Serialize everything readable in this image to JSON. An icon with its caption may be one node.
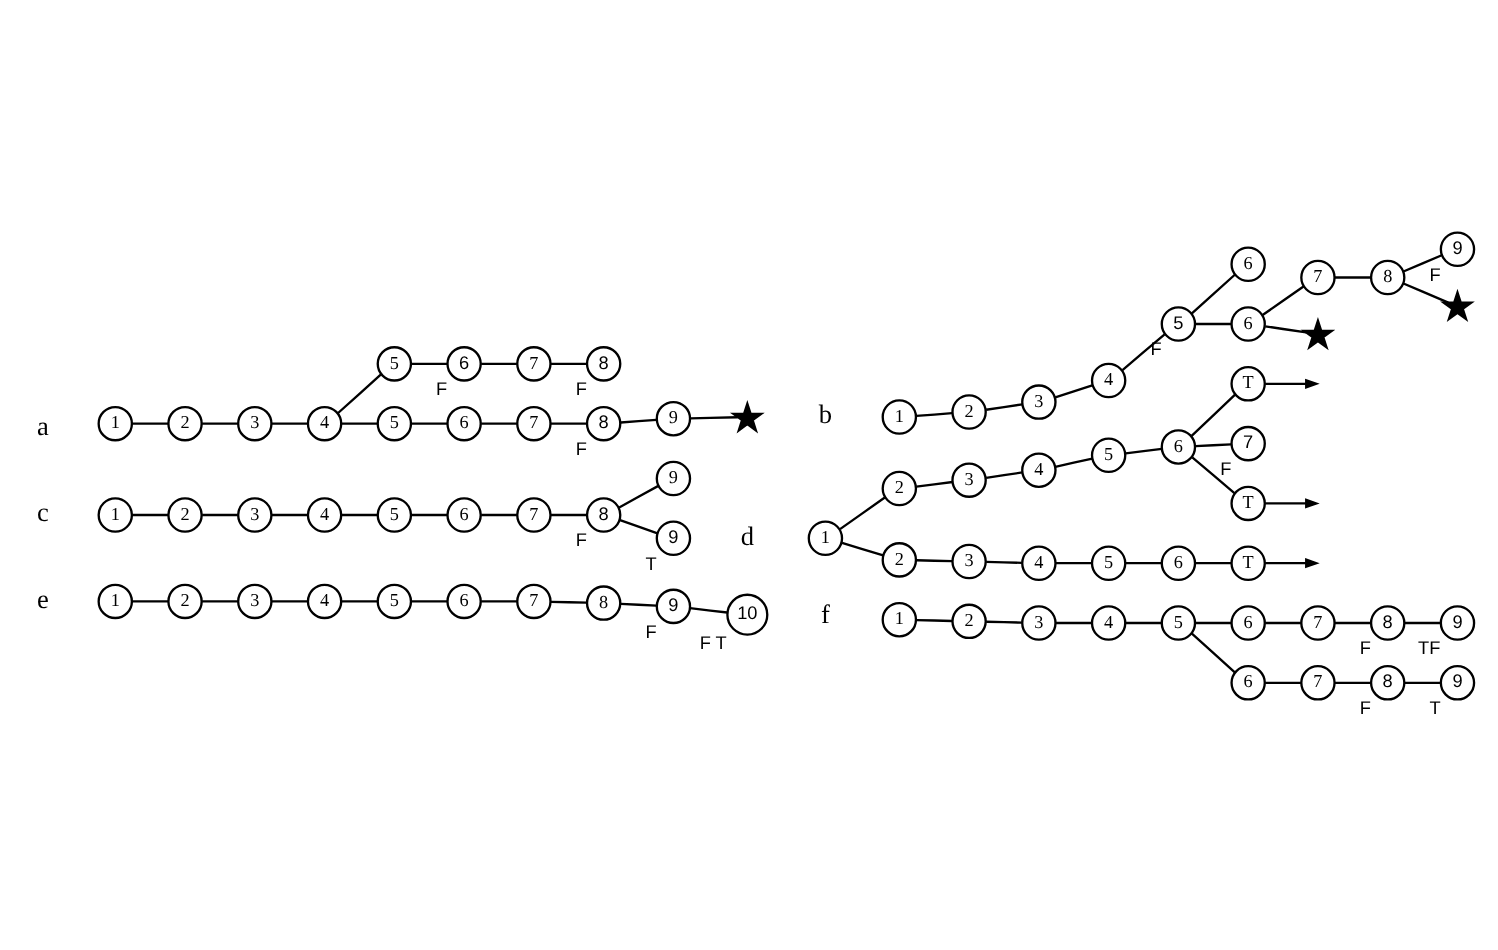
{
  "diagram": {
    "nodes": [
      {
        "text": [
          "1"
        ]
      },
      {
        "text": [
          "2"
        ]
      },
      {
        "text": [
          "3"
        ]
      },
      {
        "text": [
          "4"
        ]
      },
      {
        "text": [
          "5"
        ]
      },
      {
        "text": [
          "6"
        ],
        "beside": [
          "F"
        ]
      },
      {
        "text": [
          "7"
        ]
      },
      {
        "text": [
          "8"
        ],
        "beside": [
          "F"
        ]
      },
      {
        "text": [
          "5"
        ]
      },
      {
        "text": [
          "6"
        ]
      },
      {
        "text": [
          "7"
        ]
      },
      {
        "text": [
          "8"
        ],
        "beside": [
          "F"
        ]
      },
      {
        "text": [
          "9"
        ]
      },
      {
        "text": [],
        "shape": "picture"
      },
      {
        "text": [
          "1"
        ]
      },
      {
        "text": [
          "2"
        ]
      },
      {
        "text": [
          "3"
        ]
      },
      {
        "text": [
          "4"
        ]
      },
      {
        "text": [
          "5"
        ],
        "beside": [
          "F"
        ]
      },
      {
        "text": [
          "6"
        ]
      },
      {
        "text": [
          "6"
        ]
      },
      {
        "text": [
          "7"
        ]
      },
      {
        "text": [
          "8"
        ]
      },
      {
        "text": [
          "9"
        ],
        "beside": [
          "F"
        ]
      },
      {
        "text": [],
        "shape": "picture"
      },
      {
        "text": [],
        "shape": "picture"
      },
      {
        "text": [
          "1"
        ]
      },
      {
        "text": [
          "2"
        ]
      },
      {
        "text": [
          "3"
        ]
      },
      {
        "text": [
          "4"
        ]
      },
      {
        "text": [
          "5"
        ]
      },
      {
        "text": [
          "6"
        ]
      },
      {
        "text": [
          "7"
        ]
      },
      {
        "text": [
          "8"
        ],
        "beside": [
          "F"
        ]
      },
      {
        "text": [
          "9"
        ]
      },
      {
        "text": [
          "9"
        ],
        "beside": [
          "T"
        ]
      },
      {
        "text": [
          "1"
        ]
      },
      {
        "text": [
          "2"
        ]
      },
      {
        "text": [
          "3"
        ]
      },
      {
        "text": [
          "4"
        ]
      },
      {
        "text": [
          "5"
        ]
      },
      {
        "text": [
          "6"
        ]
      },
      {
        "text": [
          "T"
        ]
      },
      {
        "text": [
          "7"
        ],
        "beside": [
          "F"
        ]
      },
      {
        "text": [
          "T"
        ]
      },
      {
        "text": [
          "2"
        ]
      },
      {
        "text": [
          "3"
        ]
      },
      {
        "text": [
          "4"
        ]
      },
      {
        "text": [
          "5"
        ]
      },
      {
        "text": [
          "6"
        ]
      },
      {
        "text": [
          "T"
        ]
      },
      {
        "text": [
          "1"
        ]
      },
      {
        "text": [
          "2"
        ]
      },
      {
        "text": [
          "3"
        ]
      },
      {
        "text": [
          "4"
        ]
      },
      {
        "text": [
          "5"
        ]
      },
      {
        "text": [
          "6"
        ]
      },
      {
        "text": [
          "7"
        ]
      },
      {
        "text": [
          "8"
        ]
      },
      {
        "text": [
          "9"
        ],
        "beside": [
          "F"
        ]
      },
      {
        "text": [
          "10"
        ],
        "beside": [
          "F",
          "T"
        ]
      },
      {
        "text": [
          "1"
        ]
      },
      {
        "text": [
          "2"
        ]
      },
      {
        "text": [
          "3"
        ]
      },
      {
        "text": [
          "4"
        ]
      },
      {
        "text": [
          "5"
        ]
      },
      {
        "text": [
          "6"
        ]
      },
      {
        "text": [
          "7"
        ]
      },
      {
        "text": [
          "8"
        ],
        "beside": [
          "F"
        ]
      },
      {
        "text": [
          "9"
        ],
        "beside": [
          "TF"
        ]
      },
      {
        "text": [
          "6"
        ]
      },
      {
        "text": [
          "7"
        ]
      },
      {
        "text": [
          "8"
        ],
        "beside": [
          "F"
        ]
      },
      {
        "text": [
          "9"
        ],
        "beside": [
          "T"
        ]
      }
    ],
    "edges": [
      {
        "from": 0,
        "to": 1,
        "arrow": "none"
      },
      {
        "from": 1,
        "to": 2,
        "arrow": "none"
      },
      {
        "from": 2,
        "to": 3,
        "arrow": "none"
      },
      {
        "from": 3,
        "to": 4,
        "arrow": "none"
      },
      {
        "from": 4,
        "to": 5,
        "arrow": "none"
      },
      {
        "from": 5,
        "to": 6,
        "arrow": "none"
      },
      {
        "from": 6,
        "to": 7,
        "arrow": "none"
      },
      {
        "from": 3,
        "to": 8,
        "arrow": "none"
      },
      {
        "from": 8,
        "to": 9,
        "arrow": "none"
      },
      {
        "from": 9,
        "to": 10,
        "arrow": "none"
      },
      {
        "from": 10,
        "to": 11,
        "arrow": "none"
      },
      {
        "from": 11,
        "to": 12,
        "arrow": "none"
      },
      {
        "from": 12,
        "to": 13,
        "arrow": "none"
      },
      {
        "from": 14,
        "to": 15,
        "arrow": "none"
      },
      {
        "from": 15,
        "to": 16,
        "arrow": "none"
      },
      {
        "from": 16,
        "to": 17,
        "arrow": "none"
      },
      {
        "from": 17,
        "to": 18,
        "arrow": "none"
      },
      {
        "from": 18,
        "to": 19,
        "arrow": "none"
      },
      {
        "from": 18,
        "to": 20,
        "arrow": "none"
      },
      {
        "from": 20,
        "to": 21,
        "arrow": "none"
      },
      {
        "from": 21,
        "to": 22,
        "arrow": "none"
      },
      {
        "from": 22,
        "to": 23,
        "arrow": "none"
      },
      {
        "from": 20,
        "to": 24,
        "arrow": "none"
      },
      {
        "from": 22,
        "to": 25,
        "arrow": "none"
      },
      {
        "from": 26,
        "to": 27,
        "arrow": "none"
      },
      {
        "from": 27,
        "to": 28,
        "arrow": "none"
      },
      {
        "from": 28,
        "to": 29,
        "arrow": "none"
      },
      {
        "from": 29,
        "to": 30,
        "arrow": "none"
      },
      {
        "from": 30,
        "to": 31,
        "arrow": "none"
      },
      {
        "from": 31,
        "to": 32,
        "arrow": "none"
      },
      {
        "from": 32,
        "to": 33,
        "arrow": "none"
      },
      {
        "from": 33,
        "to": 34,
        "arrow": "none"
      },
      {
        "from": 33,
        "to": 35,
        "arrow": "none"
      },
      {
        "from": 36,
        "to": 37,
        "arrow": "none"
      },
      {
        "from": 37,
        "to": 38,
        "arrow": "none"
      },
      {
        "from": 38,
        "to": 39,
        "arrow": "none"
      },
      {
        "from": 39,
        "to": 40,
        "arrow": "none"
      },
      {
        "from": 40,
        "to": 41,
        "arrow": "none"
      },
      {
        "from": 41,
        "to": 42,
        "arrow": "none"
      },
      {
        "from": 41,
        "to": 43,
        "arrow": "none"
      },
      {
        "from": 41,
        "to": 44,
        "arrow": "none"
      },
      {
        "from": 36,
        "to": 45,
        "arrow": "none"
      },
      {
        "from": 45,
        "to": 46,
        "arrow": "none"
      },
      {
        "from": 46,
        "to": 47,
        "arrow": "none"
      },
      {
        "from": 47,
        "to": 48,
        "arrow": "none"
      },
      {
        "from": 48,
        "to": 49,
        "arrow": "none"
      },
      {
        "from": 49,
        "to": 50,
        "arrow": "none"
      },
      {
        "from": 42,
        "to": null,
        "arrow": "to"
      },
      {
        "from": 44,
        "to": null,
        "arrow": "to"
      },
      {
        "from": 50,
        "to": null,
        "arrow": "to"
      },
      {
        "from": 51,
        "to": 52,
        "arrow": "none"
      },
      {
        "from": 52,
        "to": 53,
        "arrow": "none"
      },
      {
        "from": 53,
        "to": 54,
        "arrow": "none"
      },
      {
        "from": 54,
        "to": 55,
        "arrow": "none"
      },
      {
        "from": 55,
        "to": 56,
        "arrow": "none"
      },
      {
        "from": 56,
        "to": 57,
        "arrow": "none"
      },
      {
        "from": 57,
        "to": 58,
        "arrow": "none"
      },
      {
        "from": 58,
        "to": 59,
        "arrow": "none"
      },
      {
        "from": 59,
        "to": 60,
        "arrow": "none"
      },
      {
        "from": 61,
        "to": 62,
        "arrow": "none"
      },
      {
        "from": 62,
        "to": 63,
        "arrow": "none"
      },
      {
        "from": 63,
        "to": 64,
        "arrow": "none"
      },
      {
        "from": 64,
        "to": 65,
        "arrow": "none"
      },
      {
        "from": 65,
        "to": 66,
        "arrow": "none"
      },
      {
        "from": 66,
        "to": 67,
        "arrow": "none"
      },
      {
        "from": 67,
        "to": 68,
        "arrow": "none"
      },
      {
        "from": 68,
        "to": 69,
        "arrow": "none"
      },
      {
        "from": 65,
        "to": 70,
        "arrow": "none"
      },
      {
        "from": 70,
        "to": 71,
        "arrow": "none"
      },
      {
        "from": 71,
        "to": 72,
        "arrow": "none"
      },
      {
        "from": 72,
        "to": 73,
        "arrow": "none"
      }
    ],
    "labels": [
      "a",
      "b",
      "c",
      "d",
      "e",
      "f"
    ]
  }
}
